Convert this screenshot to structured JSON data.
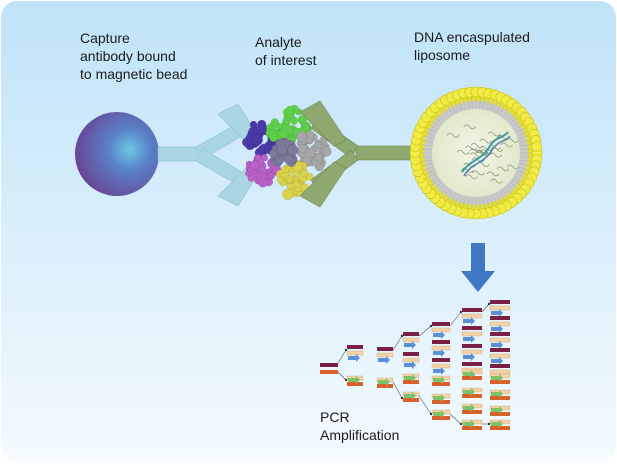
{
  "labels": {
    "capture": [
      "Capture",
      "antibody bound",
      "to magnetic bead"
    ],
    "analyte": [
      "Analyte",
      "of interest"
    ],
    "liposome": [
      "DNA encaspulated",
      "liposome"
    ],
    "pcr": [
      "PCR",
      "Amplification"
    ]
  },
  "colors": {
    "background_top": "#bfe3f8",
    "background_bottom": "#f4fafe",
    "bead": "#6a4fa0",
    "capture_antibody": "#a9d6e2",
    "detection_antibody": "#8fa870",
    "liposome_shell": "#e6e02a",
    "liposome_core": "#e9eed8",
    "arrow": "#3f78c4",
    "dna_primer_dark": "#7a1f45",
    "dna_primer_orange": "#d9602a",
    "dna_strand": "#f2d3a8",
    "dna_arrow_blue": "#5b8fd6",
    "dna_arrow_green": "#7fc06a"
  }
}
